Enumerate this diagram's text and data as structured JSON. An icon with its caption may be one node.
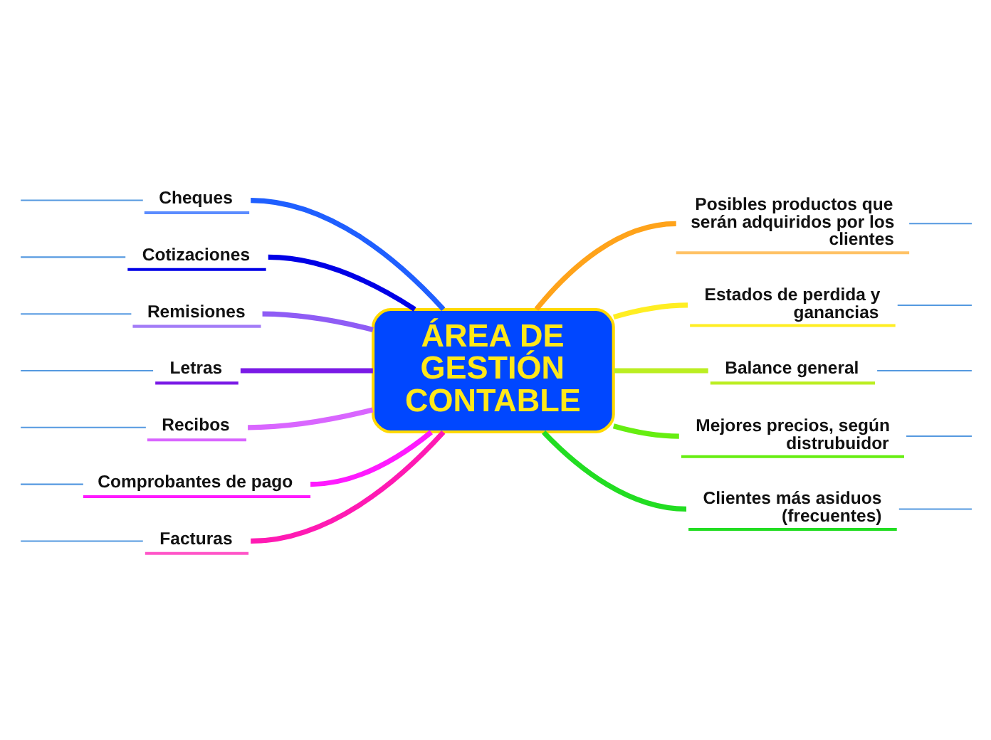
{
  "diagram": {
    "nodes": [
      {
        "text": [
          "ÁREA DE GESTIÓN CONTABLE"
        ]
      },
      {
        "text": [
          "Cheques"
        ]
      },
      {
        "text": [
          "Cotizaciones"
        ]
      },
      {
        "text": [
          "Remisiones"
        ]
      },
      {
        "text": [
          "Letras"
        ]
      },
      {
        "text": [
          "Recibos"
        ]
      },
      {
        "text": [
          "Comprobantes de pago"
        ]
      },
      {
        "text": [
          "Facturas"
        ]
      },
      {
        "text": [
          "Posibles productos que serán adquiridos por los clientes"
        ]
      },
      {
        "text": [
          "Estados de perdida y ganancias"
        ]
      },
      {
        "text": [
          "Balance general"
        ]
      },
      {
        "text": [
          "Mejores precios, según distrubuidor"
        ]
      },
      {
        "text": [
          "Clientes más asiduos (frecuentes)"
        ]
      }
    ],
    "edges": [
      {
        "from": 0,
        "to": 1,
        "arrow": "none",
        "style": "thick",
        "color": "#1f5fff"
      },
      {
        "from": 0,
        "to": 2,
        "arrow": "none",
        "style": "thick",
        "color": "#0000e6"
      },
      {
        "from": 0,
        "to": 3,
        "arrow": "none",
        "style": "thick",
        "color": "#8f5cf5"
      },
      {
        "from": 0,
        "to": 4,
        "arrow": "none",
        "style": "thick",
        "color": "#7a1ae6"
      },
      {
        "from": 0,
        "to": 5,
        "arrow": "none",
        "style": "thick",
        "color": "#d966ff"
      },
      {
        "from": 0,
        "to": 6,
        "arrow": "none",
        "style": "thick",
        "color": "#ff1aff"
      },
      {
        "from": 0,
        "to": 7,
        "arrow": "none",
        "style": "thick",
        "color": "#ff1ab3"
      },
      {
        "from": 0,
        "to": 8,
        "arrow": "none",
        "style": "thick",
        "color": "#ffa31a"
      },
      {
        "from": 0,
        "to": 9,
        "arrow": "none",
        "style": "thick",
        "color": "#ffee22"
      },
      {
        "from": 0,
        "to": 10,
        "arrow": "none",
        "style": "thick",
        "color": "#bbee22"
      },
      {
        "from": 0,
        "to": 11,
        "arrow": "none",
        "style": "thick",
        "color": "#66ee11"
      },
      {
        "from": 0,
        "to": 12,
        "arrow": "none",
        "style": "thick",
        "color": "#22dd22"
      },
      {
        "from": 1,
        "to": null,
        "arrow": "none"
      },
      {
        "from": 2,
        "to": null,
        "arrow": "none"
      },
      {
        "from": 3,
        "to": null,
        "arrow": "none"
      },
      {
        "from": 4,
        "to": null,
        "arrow": "none"
      },
      {
        "from": 5,
        "to": null,
        "arrow": "none"
      },
      {
        "from": 6,
        "to": null,
        "arrow": "none"
      },
      {
        "from": 7,
        "to": null,
        "arrow": "none"
      },
      {
        "from": 8,
        "to": null,
        "arrow": "none"
      },
      {
        "from": 9,
        "to": null,
        "arrow": "none"
      },
      {
        "from": 10,
        "to": null,
        "arrow": "none"
      },
      {
        "from": 11,
        "to": null,
        "arrow": "none"
      },
      {
        "from": 12,
        "to": null,
        "arrow": "none"
      }
    ]
  }
}
